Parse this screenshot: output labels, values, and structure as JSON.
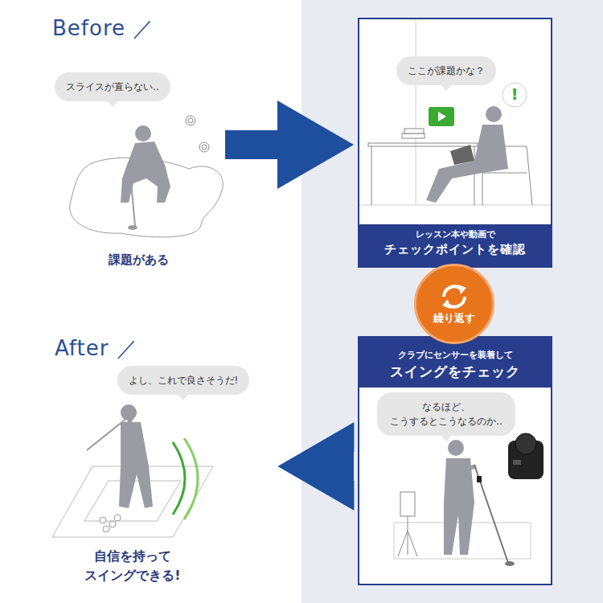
{
  "diagram": {
    "nodes": [
      {
        "text": [
          "スライスが直らない‥"
        ]
      },
      {
        "text": [
          "レッスン本や動画で",
          "チェックポイントを確認"
        ]
      },
      {
        "text": [
          "ここが課題かな？"
        ],
        "in": 1
      },
      {
        "text": [
          "繰り返す"
        ]
      },
      {
        "text": [
          "クラブにセンサーを装着して",
          "スイングをチェック"
        ]
      },
      {
        "text": [
          "なるほど、 こうするとこうなるのか‥"
        ],
        "in": 4
      },
      {
        "text": [
          "よし、これで良さそうだ!"
        ]
      }
    ],
    "edges": [
      {
        "from": 0,
        "to": 1,
        "arrow": "to"
      },
      {
        "from": 4,
        "to": 6,
        "arrow": "to"
      }
    ],
    "labels": [
      "Before ／",
      "課題がある",
      "!",
      "After ／",
      "自信を持って スイングできる!"
    ]
  }
}
